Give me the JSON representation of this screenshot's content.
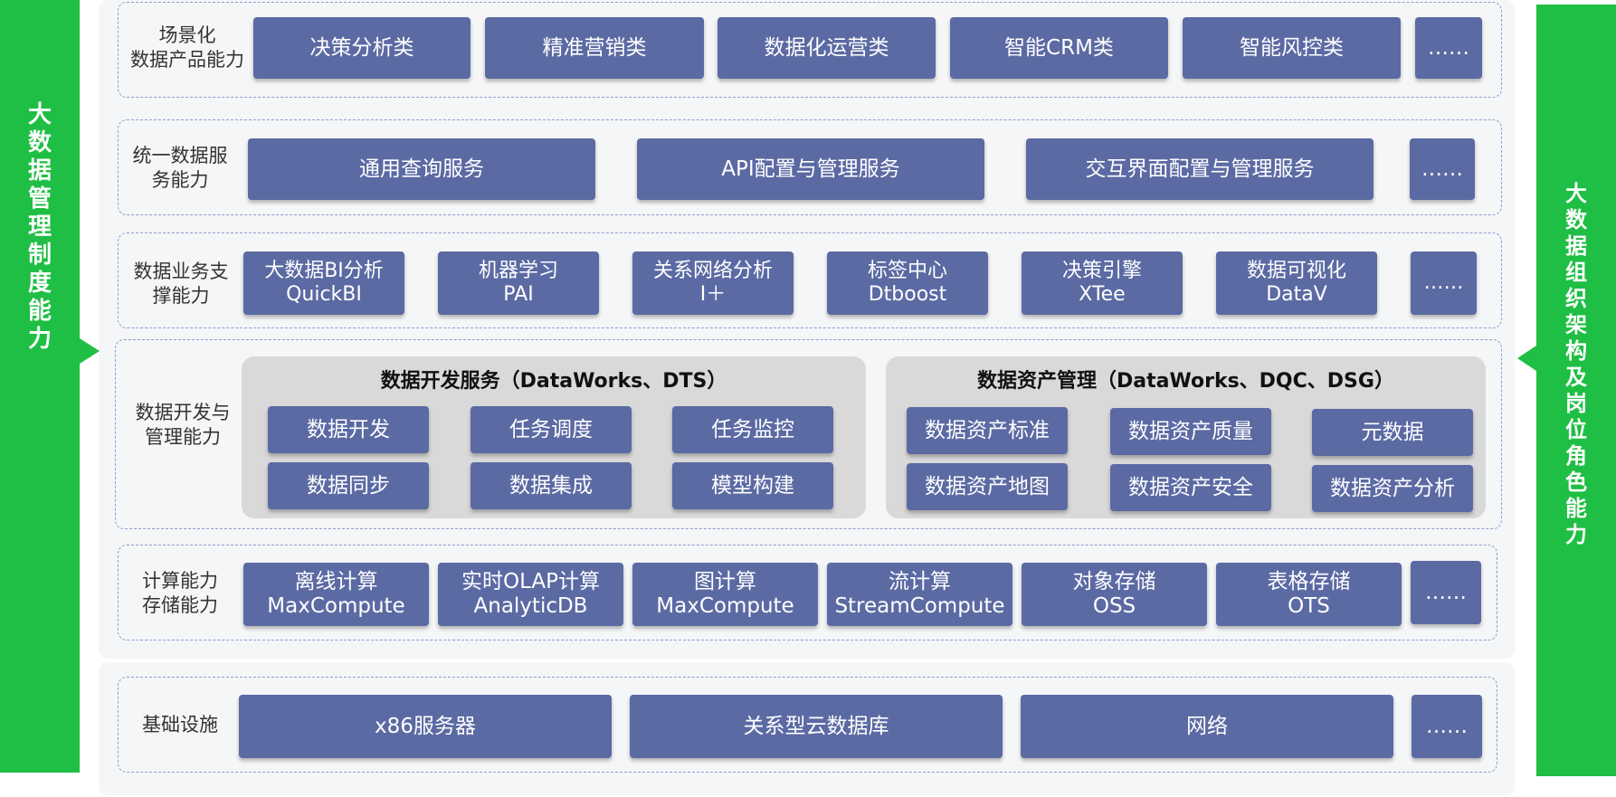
{
  "left_bar": "大数据管理制度能力",
  "right_bar": "大数据组织架构及岗位角色能力",
  "layers": {
    "scenario": {
      "label": [
        "场景化",
        "数据产品能力"
      ],
      "items": [
        "决策分析类",
        "精准营销类",
        "数据化运营类",
        "智能CRM类",
        "智能风控类",
        "……"
      ]
    },
    "service": {
      "label": [
        "统一数据服",
        "务能力"
      ],
      "items": [
        "通用查询服务",
        "API配置与管理服务",
        "交互界面配置与管理服务",
        "……"
      ]
    },
    "business": {
      "label": [
        "数据业务支",
        "撑能力"
      ],
      "items": [
        {
          "line1": "大数据BI分析",
          "line2": "QuickBI"
        },
        {
          "line1": "机器学习",
          "line2": "PAI"
        },
        {
          "line1": "关系网络分析",
          "line2": "I＋"
        },
        {
          "line1": "标签中心",
          "line2": "Dtboost"
        },
        {
          "line1": "决策引擎",
          "line2": "XTee"
        },
        {
          "line1": "数据可视化",
          "line2": "DataV"
        },
        {
          "line1": "……",
          "line2": ""
        }
      ]
    },
    "dev": {
      "label": [
        "数据开发与",
        "管理能力"
      ],
      "groups": [
        {
          "title": "数据开发服务（DataWorks、DTS）",
          "items": [
            "数据开发",
            "任务调度",
            "任务监控",
            "数据同步",
            "数据集成",
            "模型构建"
          ]
        },
        {
          "title": "数据资产管理（DataWorks、DQC、DSG）",
          "items": [
            "数据资产标准",
            "数据资产质量",
            "元数据",
            "数据资产地图",
            "数据资产安全",
            "数据资产分析"
          ]
        }
      ]
    },
    "compute": {
      "label": [
        "计算能力",
        "存储能力"
      ],
      "items": [
        {
          "line1": "离线计算",
          "line2": "MaxCompute"
        },
        {
          "line1": "实时OLAP计算",
          "line2": "AnalyticDB"
        },
        {
          "line1": "图计算",
          "line2": "MaxCompute"
        },
        {
          "line1": "流计算",
          "line2": "StreamCompute"
        },
        {
          "line1": "对象存储",
          "line2": "OSS"
        },
        {
          "line1": "表格存储",
          "line2": "OTS"
        },
        {
          "line1": "……",
          "line2": ""
        }
      ]
    },
    "infra": {
      "label": [
        "基础设施"
      ],
      "items": [
        "x86服务器",
        "关系型云数据库",
        "网络",
        "……"
      ]
    }
  },
  "colors": {
    "box": "#5b6aa3",
    "side_bar": "#1fbe44",
    "group_bg": "#d9d9d9",
    "panel_bg": "#f5f6f8",
    "dash": "#8c9bd0"
  }
}
